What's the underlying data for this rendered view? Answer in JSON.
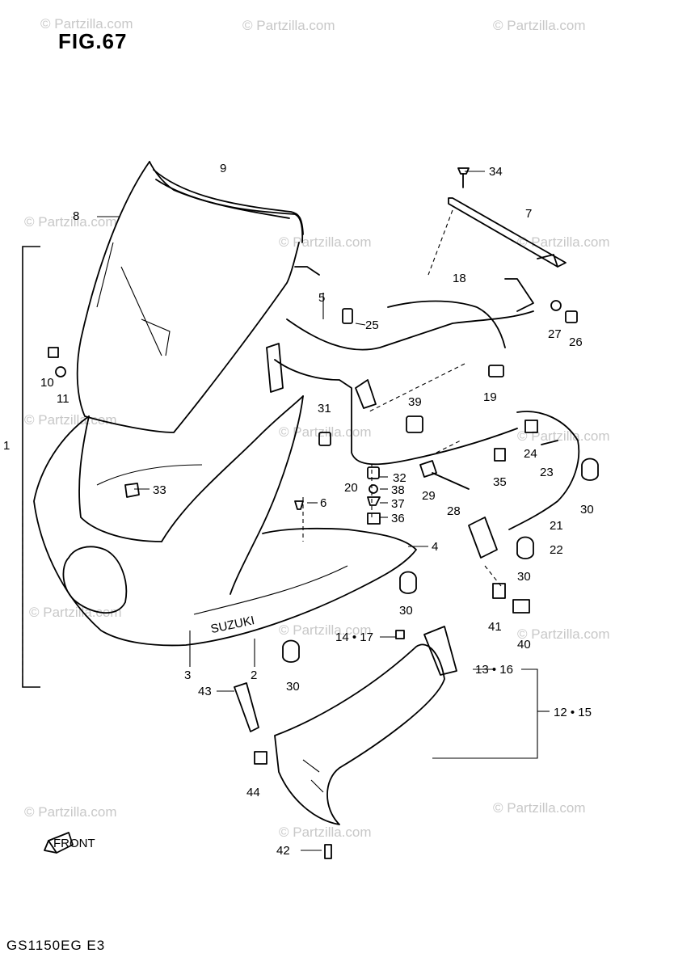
{
  "figure": {
    "title": "FIG.67",
    "footer_code": "GS1150EG E3"
  },
  "watermark": {
    "text": "© Partzilla.com"
  },
  "callouts": {
    "c1": "1",
    "c2": "2",
    "c3": "3",
    "c4": "4",
    "c5": "5",
    "c6": "6",
    "c7": "7",
    "c8": "8",
    "c9": "9",
    "c10": "10",
    "c11": "11",
    "c12_15": "12 • 15",
    "c13_16": "13 • 16",
    "c14_17": "14 • 17",
    "c18": "18",
    "c19": "19",
    "c20": "20",
    "c21": "21",
    "c22": "22",
    "c23": "23",
    "c24": "24",
    "c25": "25",
    "c26": "26",
    "c27": "27",
    "c28": "28",
    "c29": "29",
    "c30a": "30",
    "c30b": "30",
    "c30c": "30",
    "c30d": "30",
    "c31": "31",
    "c32": "32",
    "c33": "33",
    "c34": "34",
    "c35": "35",
    "c36": "36",
    "c37": "37",
    "c38": "38",
    "c39": "39",
    "c40": "40",
    "c41": "41",
    "c42": "42",
    "c43": "43",
    "c44": "44"
  },
  "fairing_logo": "SUZUKI",
  "front_marker": "FRONT"
}
